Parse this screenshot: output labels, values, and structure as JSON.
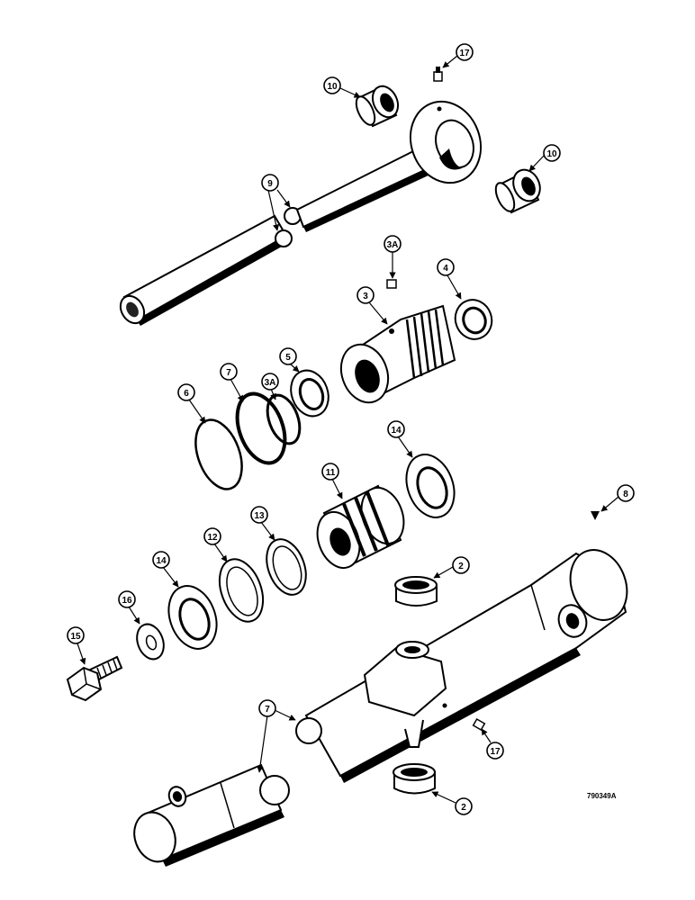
{
  "callouts": {
    "c17_top": "17",
    "c10_left": "10",
    "c10_right": "10",
    "c9": "9",
    "c3A_top": "3A",
    "c4": "4",
    "c3": "3",
    "c5": "5",
    "c3A_mid": "3A",
    "c7_seal": "7",
    "c6": "6",
    "c14_top": "14",
    "c11": "11",
    "c8": "8",
    "c13": "13",
    "c12": "12",
    "c14_low": "14",
    "c2_top": "2",
    "c16": "16",
    "c15": "15",
    "c7_barrel": "7",
    "c17_low": "17",
    "c2_bottom": "2"
  },
  "figure_code": "790349A",
  "icons": [
    "rod-eye",
    "bushing",
    "grease-fitting",
    "gland",
    "piston",
    "seal-ring",
    "bolt",
    "washer",
    "barrel"
  ]
}
